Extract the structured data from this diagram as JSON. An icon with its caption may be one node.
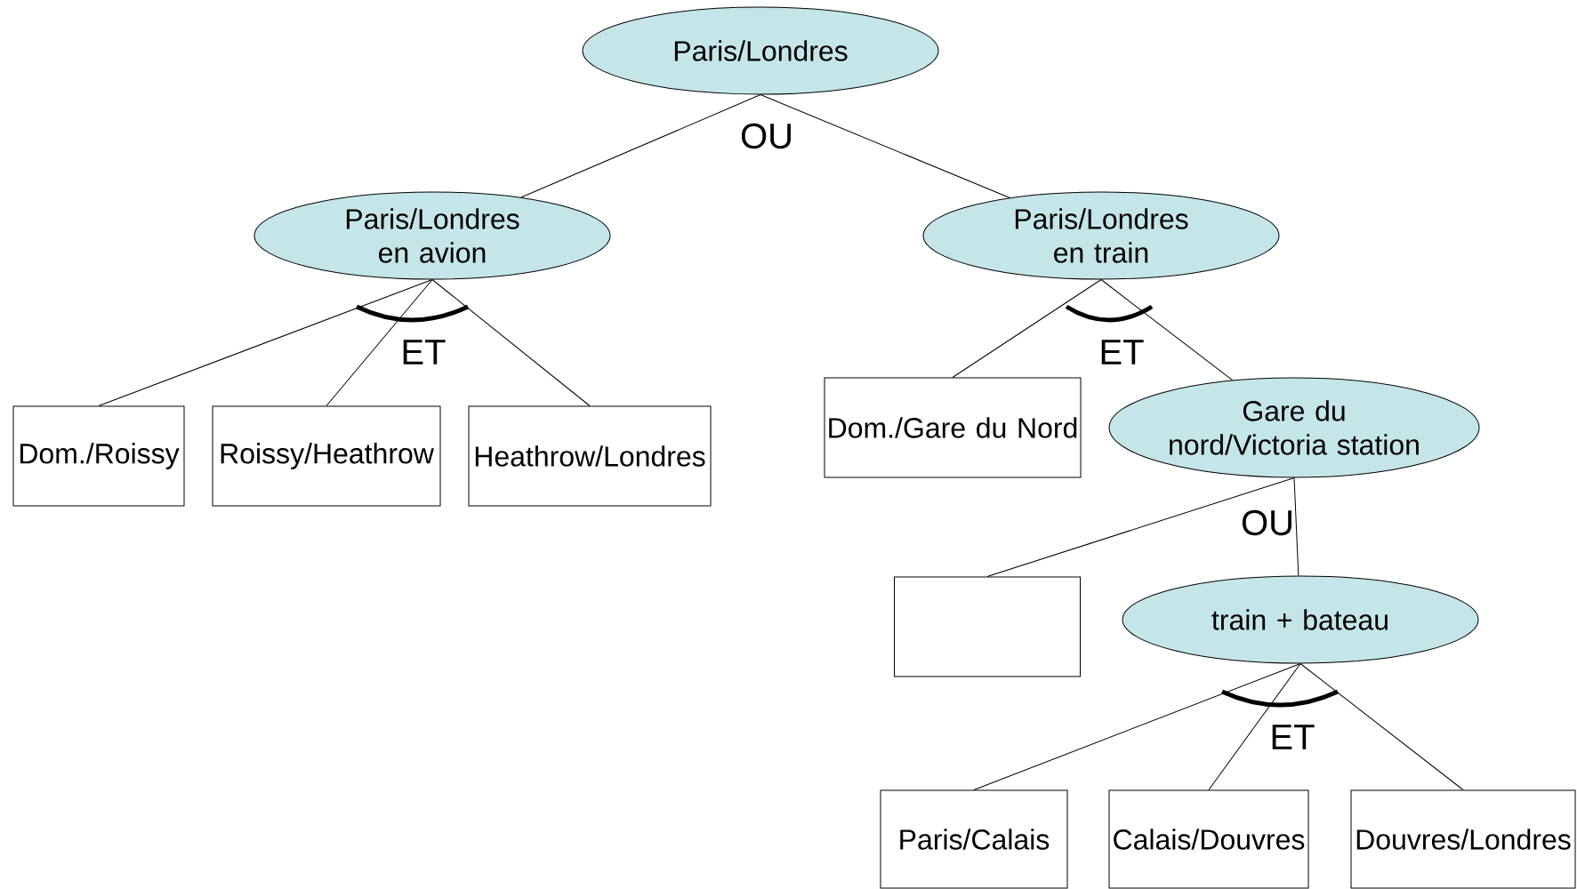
{
  "diagram": {
    "nodes": [
      {
        "text": [
          "Paris/Londres"
        ]
      },
      {
        "text": [
          "Paris/Londres en avion"
        ]
      },
      {
        "text": [
          "Paris/Londres en train"
        ]
      },
      {
        "text": [
          "Dom./Roissy"
        ]
      },
      {
        "text": [
          "Roissy/Heathrow"
        ]
      },
      {
        "text": [
          "Heathrow/Londres"
        ]
      },
      {
        "text": [
          "Dom./Gare du Nord"
        ]
      },
      {
        "text": [
          "Gare du nord/Victoria station"
        ]
      },
      {
        "text": [],
        "shape": "box"
      },
      {
        "text": [
          "train + bateau"
        ]
      },
      {
        "text": [
          "Paris/Calais"
        ]
      },
      {
        "text": [
          "Calais/Douvres"
        ]
      },
      {
        "text": [
          "Douvres/Londres"
        ]
      }
    ],
    "edges": [
      {
        "from": 0,
        "to": 1,
        "arrow": "none"
      },
      {
        "from": 0,
        "to": 2,
        "arrow": "none"
      },
      {
        "from": 1,
        "to": 3,
        "arrow": "none"
      },
      {
        "from": 1,
        "to": 4,
        "arrow": "none"
      },
      {
        "from": 1,
        "to": 5,
        "arrow": "none"
      },
      {
        "from": 2,
        "to": 6,
        "arrow": "none"
      },
      {
        "from": 2,
        "to": 7,
        "arrow": "none"
      },
      {
        "from": 7,
        "to": 8,
        "arrow": "none"
      },
      {
        "from": 7,
        "to": 9,
        "arrow": "none"
      },
      {
        "from": 9,
        "to": 10,
        "arrow": "none"
      },
      {
        "from": 9,
        "to": 11,
        "arrow": "none"
      },
      {
        "from": 9,
        "to": 12,
        "arrow": "none"
      }
    ],
    "labels": [
      "OU",
      "ET",
      "ET",
      "OU",
      "ET"
    ]
  }
}
